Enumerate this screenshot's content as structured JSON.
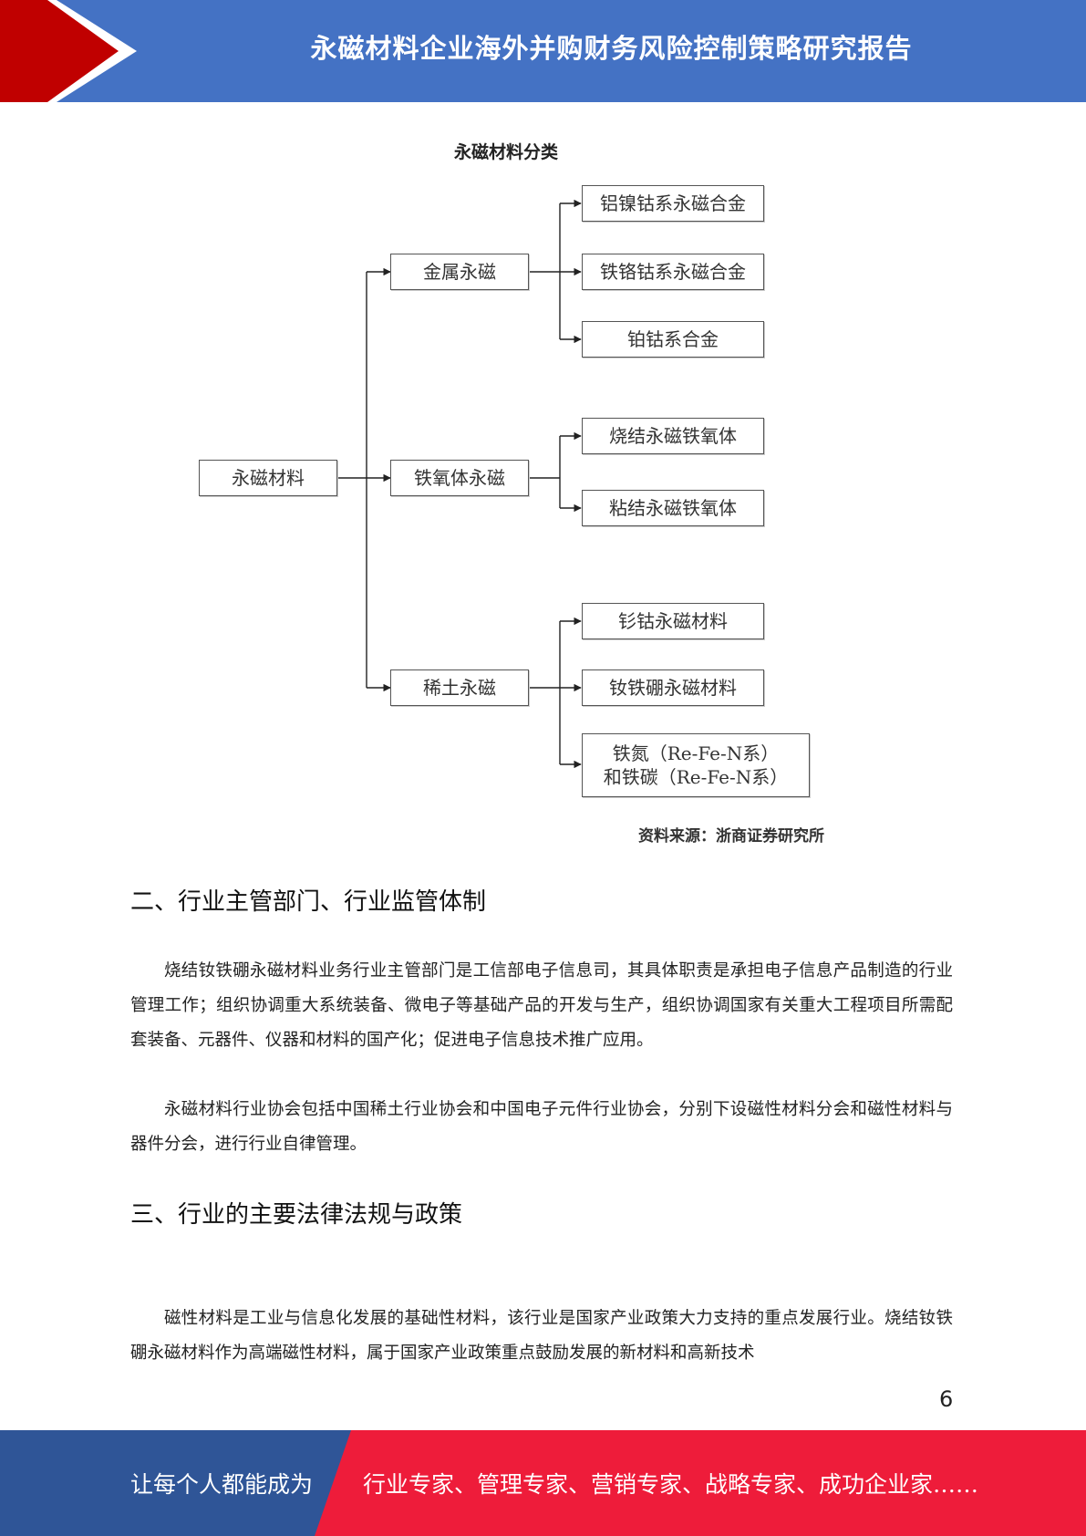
{
  "header": {
    "title": "永磁材料企业海外并购财务风险控制策略研究报告",
    "colors": {
      "band": "#4472c4",
      "arrow": "#c00000"
    }
  },
  "diagram": {
    "title": "永磁材料分类",
    "root": "永磁材料",
    "branches": [
      {
        "label": "金属永磁",
        "children": [
          "铝镍钴系永磁合金",
          "铁铬钴系永磁合金",
          "铂钴系合金"
        ]
      },
      {
        "label": "铁氧体永磁",
        "children": [
          "烧结永磁铁氧体",
          "粘结永磁铁氧体"
        ]
      },
      {
        "label": "稀土永磁",
        "children": [
          "钐钴永磁材料",
          "钕铁硼永磁材料"
        ],
        "multiline_child": [
          "铁氮（Re-Fe-N系）",
          "和铁碳（Re-Fe-N系）"
        ]
      }
    ],
    "source": "资料来源：浙商证券研究所"
  },
  "sections": [
    {
      "heading": "二、行业主管部门、行业监管体制",
      "paragraphs": [
        "烧结钕铁硼永磁材料业务行业主管部门是工信部电子信息司，其具体职责是承担电子信息产品制造的行业管理工作；组织协调重大系统装备、微电子等基础产品的开发与生产，组织协调国家有关重大工程项目所需配套装备、元器件、仪器和材料的国产化；促进电子信息技术推广应用。",
        "永磁材料行业协会包括中国稀土行业协会和中国电子元件行业协会，分别下设磁性材料分会和磁性材料与器件分会，进行行业自律管理。"
      ]
    },
    {
      "heading": "三、行业的主要法律法规与政策",
      "paragraphs": [
        "磁性材料是工业与信息化发展的基础性材料，该行业是国家产业政策大力支持的重点发展行业。烧结钕铁硼永磁材料作为高端磁性材料，属于国家产业政策重点鼓励发展的新材料和高新技术"
      ]
    }
  ],
  "page_number": "6",
  "footer": {
    "left_text": "让每个人都能成为",
    "right_text": "行业专家、管理专家、营销专家、战略专家、成功企业家……",
    "colors": {
      "left": "#2f5597",
      "right": "#ee1c3a"
    }
  }
}
